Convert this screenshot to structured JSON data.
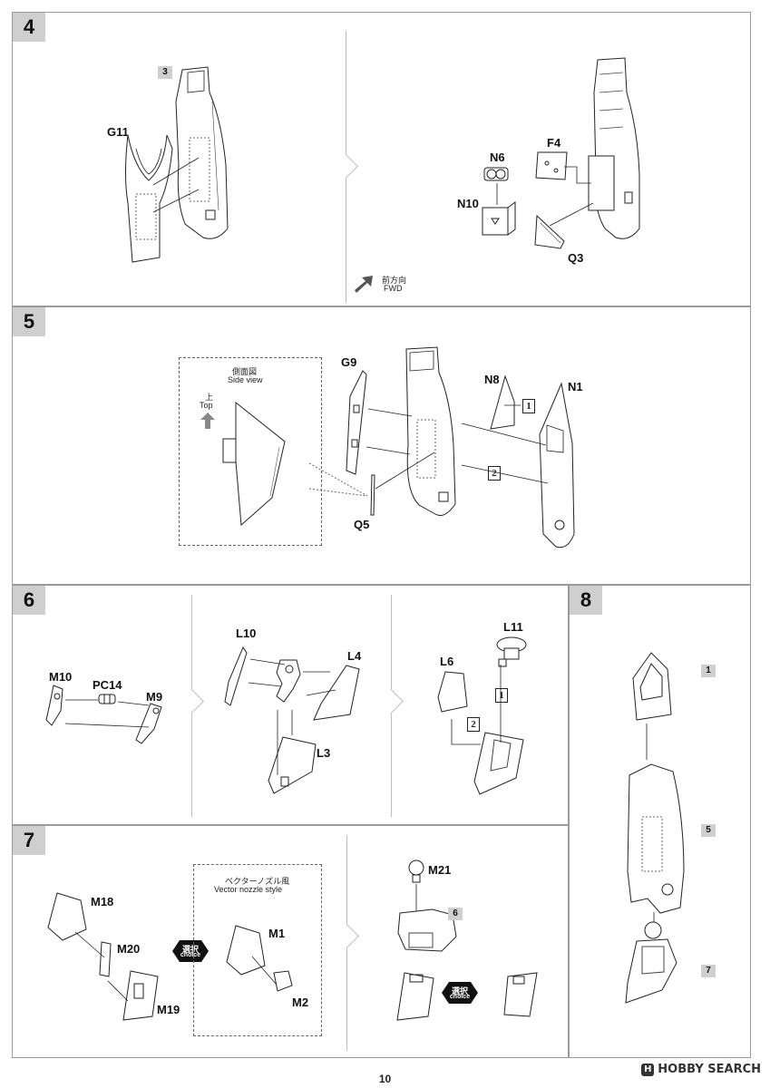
{
  "page_number": "10",
  "watermark": {
    "text": "HOBBY SEARCH",
    "logo": "H"
  },
  "steps": {
    "s4": {
      "num": "4",
      "ref": "3",
      "g11": "G11",
      "n6": "N6",
      "n10": "N10",
      "f4": "F4",
      "q3": "Q3",
      "fwd_jp": "前方向",
      "fwd_en": "FWD"
    },
    "s5": {
      "num": "5",
      "side_jp": "側面図",
      "side_en": "Side view",
      "top_jp": "上",
      "top_en": "Top",
      "g9": "G9",
      "q5": "Q5",
      "n8": "N8",
      "n1": "N1",
      "box1": "1",
      "box2": "2"
    },
    "s6": {
      "num": "6",
      "m10": "M10",
      "pc14": "PC14",
      "m9": "M9",
      "l10": "L10",
      "l4": "L4",
      "l3": "L3",
      "l11": "L11",
      "l6": "L6",
      "box1": "1",
      "box2": "2"
    },
    "s7": {
      "num": "7",
      "m18": "M18",
      "m20": "M20",
      "m19": "M19",
      "vector_jp": "ベクターノズル風",
      "vector_en": "Vector nozzle style",
      "m1": "M1",
      "m2": "M2",
      "m21": "M21",
      "ref6": "6",
      "choice_jp": "選択",
      "choice_en": "choice"
    },
    "s8": {
      "num": "8",
      "ref1": "1",
      "ref5": "5",
      "ref7": "7"
    }
  }
}
